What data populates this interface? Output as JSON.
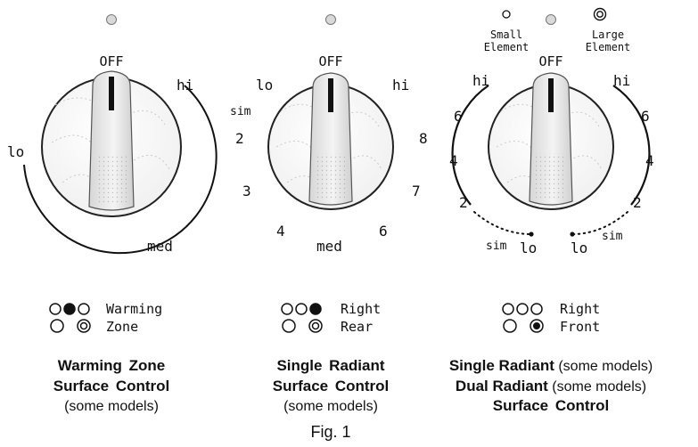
{
  "figure_label": "Fig. 1",
  "controls": [
    {
      "id": "warming",
      "off_label": "OFF",
      "dial_labels": [
        "hi",
        "lo",
        "med"
      ],
      "indicator": {
        "line1": "Warming",
        "line2": "Zone",
        "filled_dot": "top-middle",
        "bottom_right": "ring"
      },
      "caption": {
        "line1": "Warming Zone",
        "line2": "Surface Control",
        "line3": "(some models)"
      }
    },
    {
      "id": "single-radiant",
      "off_label": "OFF",
      "dial_labels": [
        "lo",
        "sim",
        "2",
        "3",
        "4",
        "med",
        "6",
        "7",
        "8",
        "hi"
      ],
      "indicator": {
        "line1": "Right",
        "line2": "Rear",
        "filled_dot": "top-right",
        "bottom_right": "ring"
      },
      "caption": {
        "line1": "Single Radiant",
        "line2": "Surface Control",
        "line3": "(some models)"
      }
    },
    {
      "id": "dual-radiant",
      "off_label": "OFF",
      "small_element_label": [
        "Small",
        "Element"
      ],
      "large_element_label": [
        "Large",
        "Element"
      ],
      "left_scale": [
        "hi",
        "6",
        "4",
        "2",
        "sim",
        "lo"
      ],
      "right_scale": [
        "hi",
        "6",
        "4",
        "2",
        "sim",
        "lo"
      ],
      "indicator": {
        "line1": "Right",
        "line2": "Front",
        "filled_dot": "none",
        "bottom_right": "filled"
      },
      "caption": {
        "line1_bold": "Single Radiant",
        "line1_rest": " (some models)",
        "line2_bold": "Dual Radiant",
        "line2_rest": " (some models)",
        "line3": "Surface Control"
      }
    }
  ]
}
